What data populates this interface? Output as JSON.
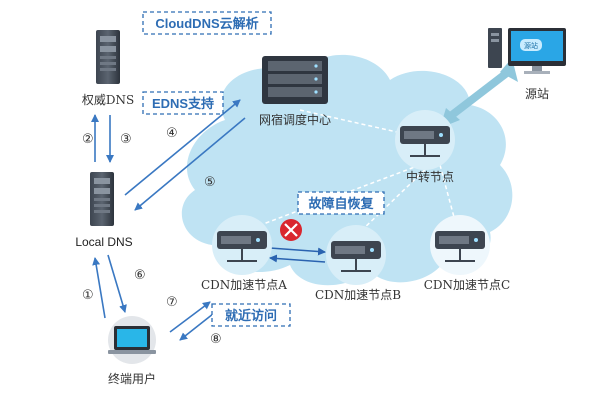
{
  "callouts": {
    "clouddns": "CloudDNS云解析",
    "edns": "EDNS支持",
    "fault": "故障自恢复",
    "nearby": "就近访问"
  },
  "nodes": {
    "auth_dns": "权威DNS",
    "local_dns": "Local DNS",
    "end_user": "终端用户",
    "scheduler": "网宿调度中心",
    "relay": "中转节点",
    "origin": "源站",
    "origin_screen": "源站",
    "cdn_a": "CDN加速节点A",
    "cdn_b": "CDN加速节点B",
    "cdn_c": "CDN加速节点C"
  },
  "steps": {
    "s1": "①",
    "s2": "②",
    "s3": "③",
    "s4": "④",
    "s5": "⑤",
    "s6": "⑥",
    "s7": "⑦",
    "s8": "⑧"
  },
  "colors": {
    "cloud": "#bfe3f3",
    "arrow": "#3a78c2",
    "callout": "#2e6db4",
    "fault": "#d9262e"
  }
}
